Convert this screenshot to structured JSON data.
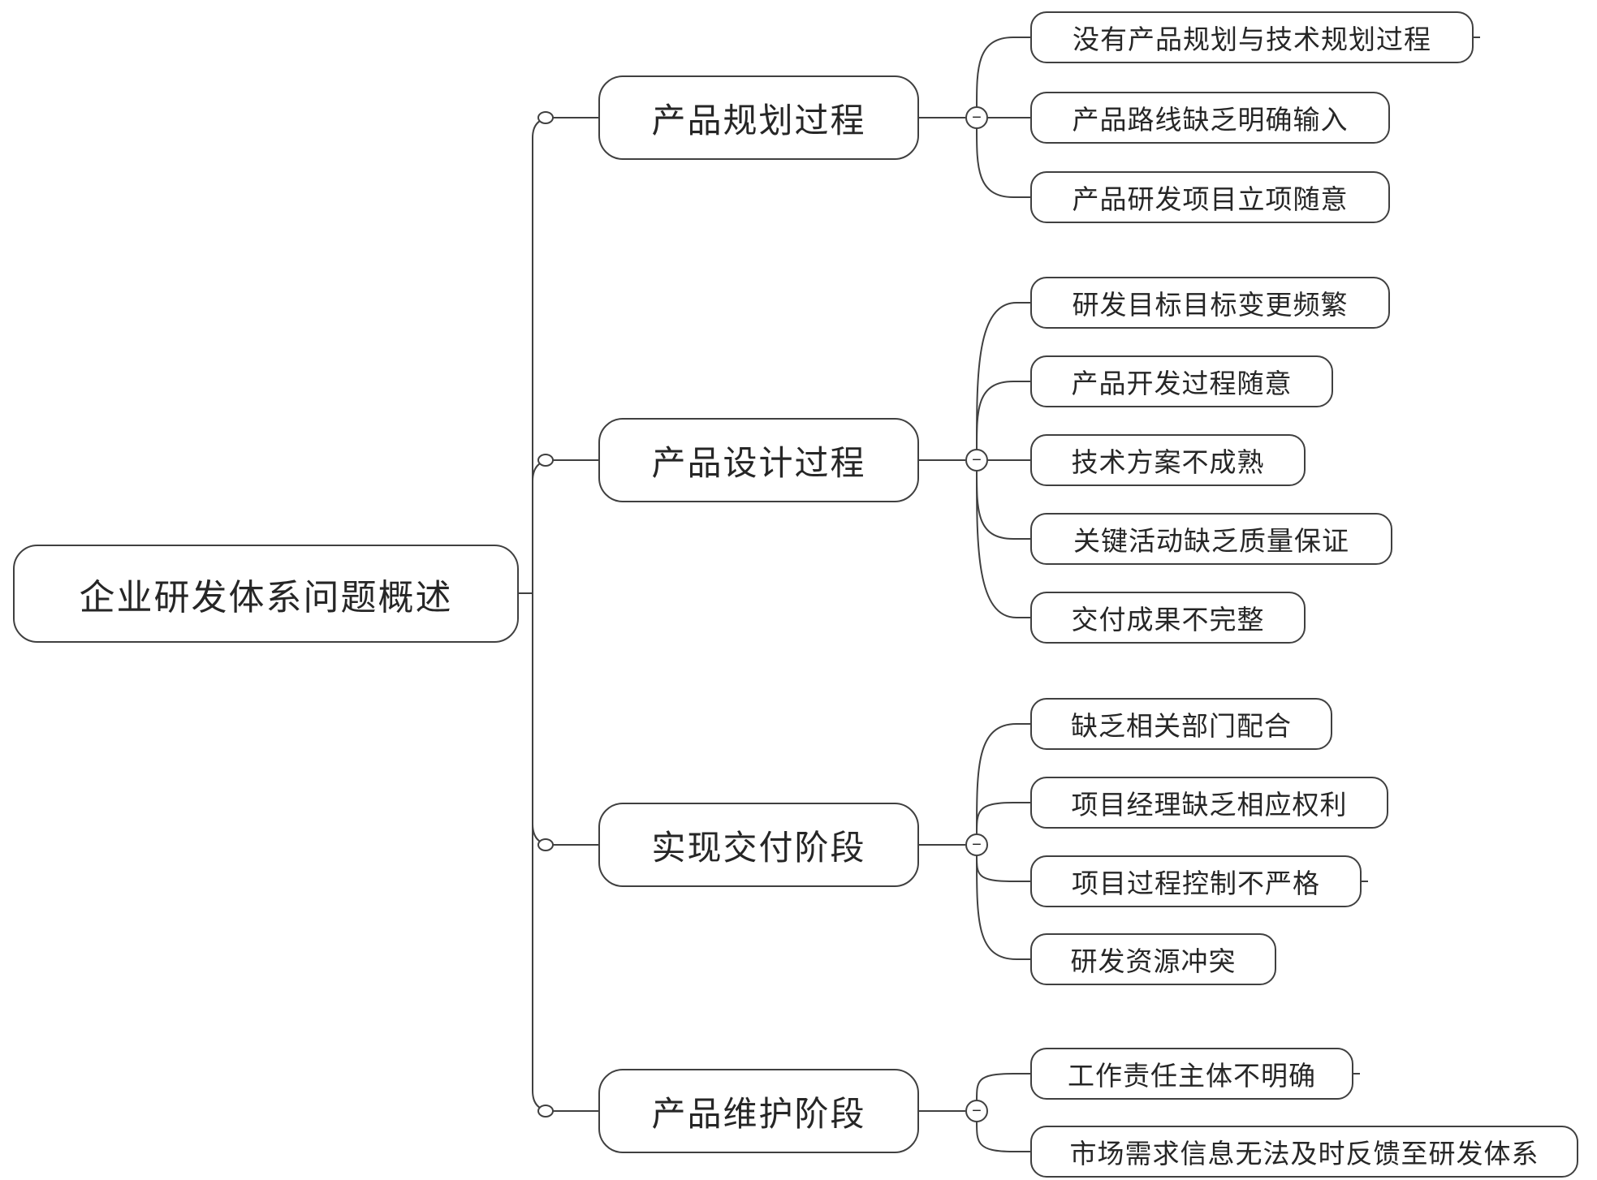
{
  "root": {
    "label": "企业研发体系问题概述"
  },
  "branches": [
    {
      "label": "产品规划过程",
      "children": [
        "没有产品规划与技术规划过程",
        "产品路线缺乏明确输入",
        "产品研发项目立项随意"
      ]
    },
    {
      "label": "产品设计过程",
      "children": [
        "研发目标目标变更频繁",
        "产品开发过程随意",
        "技术方案不成熟",
        "关键活动缺乏质量保证",
        "交付成果不完整"
      ]
    },
    {
      "label": "实现交付阶段",
      "children": [
        "缺乏相关部门配合",
        "项目经理缺乏相应权利",
        "项目过程控制不严格",
        "研发资源冲突"
      ]
    },
    {
      "label": "产品维护阶段",
      "children": [
        "工作责任主体不明确",
        "市场需求信息无法及时反馈至研发体系"
      ]
    }
  ],
  "badge": {
    "symbol": "−"
  },
  "colors": {
    "line": "#404040",
    "background": "#ffffff",
    "text": "#262626"
  }
}
